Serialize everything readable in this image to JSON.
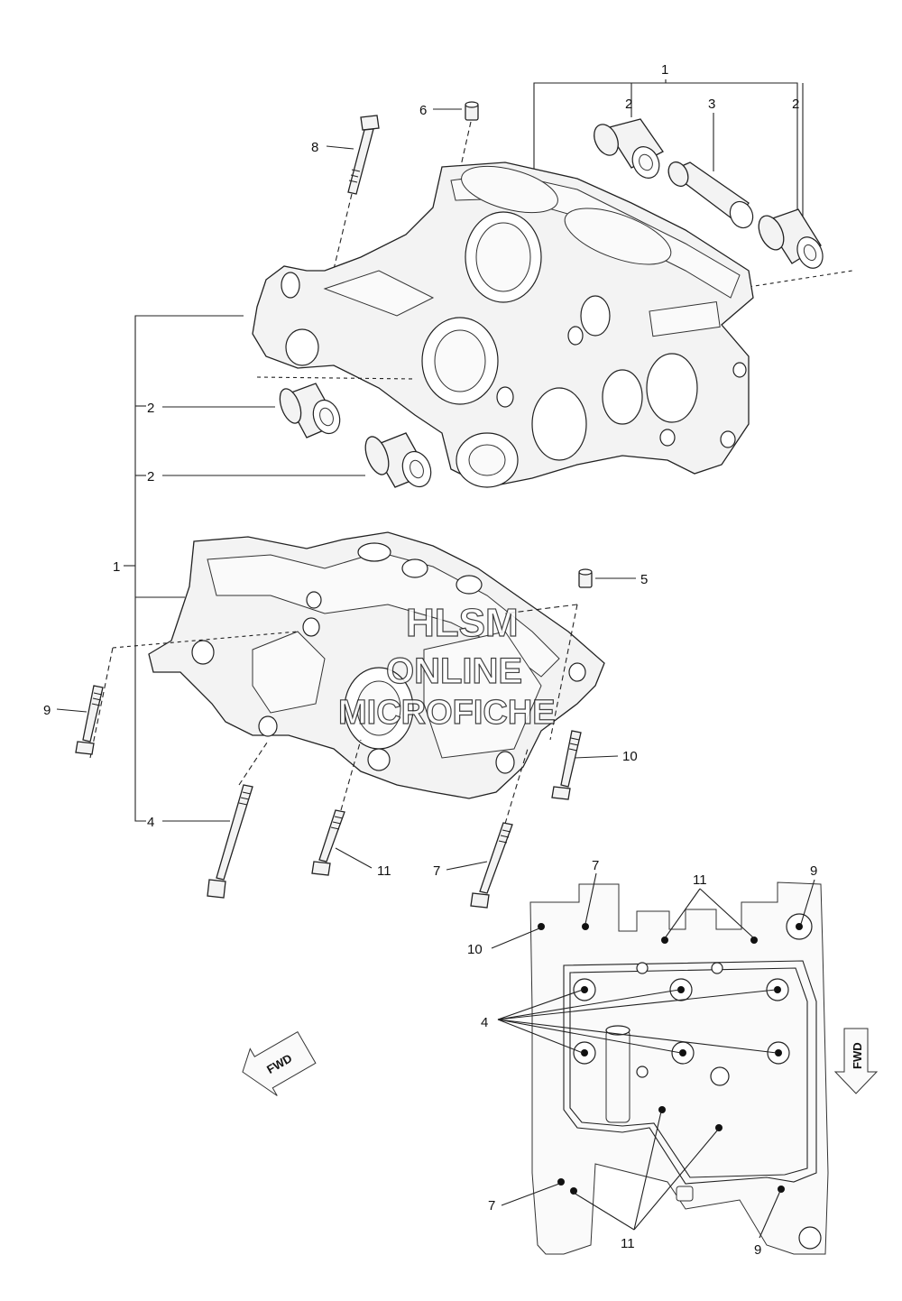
{
  "callouts": {
    "c1_top": "1",
    "c2_a": "2",
    "c3": "3",
    "c2_b": "2",
    "c6": "6",
    "c8": "8",
    "c2_left1": "2",
    "c2_left2": "2",
    "c1_left": "1",
    "c5": "5",
    "c9_left": "9",
    "c10_right": "10",
    "c4_bottom": "4",
    "c11_bottom": "11",
    "c7_bottom": "7",
    "d7_top": "7",
    "d11_top": "11",
    "d9_top": "9",
    "d10": "10",
    "d4": "4",
    "d7_left": "7",
    "d11_bottom": "11",
    "d9_bottom": "9"
  },
  "fwd_left": "FWD",
  "fwd_right": "FWD",
  "watermark": {
    "line1": "HLSM",
    "line2": "ONLINE",
    "line3": "MICROFICHE"
  }
}
